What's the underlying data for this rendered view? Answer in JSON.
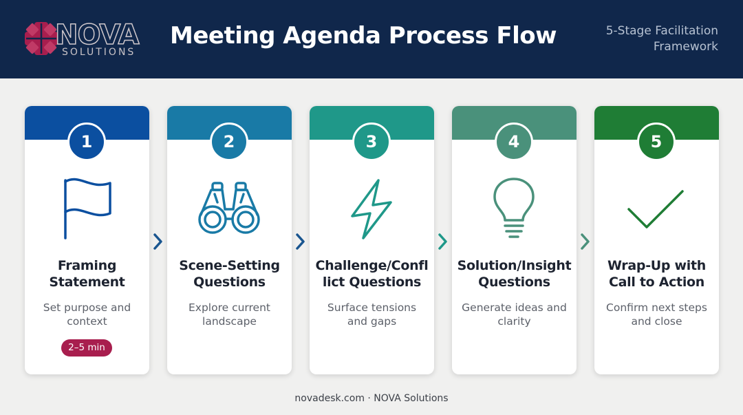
{
  "header": {
    "brand_name": "NOVA",
    "brand_sub": "SOLUTIONS",
    "title": "Meeting Agenda Process Flow",
    "subtitle_line1": "5-Stage Facilitation",
    "subtitle_line2": "Framework",
    "bg_color": "#10274b",
    "logo_color": "#a81e4e"
  },
  "stages": [
    {
      "number": "1",
      "title": "Framing\nStatement",
      "desc": "Set purpose and context",
      "icon": "flag-icon",
      "color": "#0b4fa0",
      "time": "2–5 min"
    },
    {
      "number": "2",
      "title": "Scene-Setting\nQuestions",
      "desc": "Explore current landscape",
      "icon": "binoculars-icon",
      "color": "#197aa6"
    },
    {
      "number": "3",
      "title": "Challenge/Confl\nlict Questions",
      "desc": "Surface tensions and gaps",
      "icon": "lightning-icon",
      "color": "#1f9889"
    },
    {
      "number": "4",
      "title": "Solution/Insight\nQuestions",
      "desc": "Generate ideas and clarity",
      "icon": "lightbulb-icon",
      "color": "#4a917b"
    },
    {
      "number": "5",
      "title": "Wrap-Up with\nCall to Action",
      "desc": "Confirm next steps and close",
      "icon": "checkmark-icon",
      "color": "#1f7d35"
    }
  ],
  "time_badge_color": "#a81e4e",
  "arrow_color": "#19558f",
  "footer": {
    "text": "novadesk.com · NOVA Solutions"
  }
}
